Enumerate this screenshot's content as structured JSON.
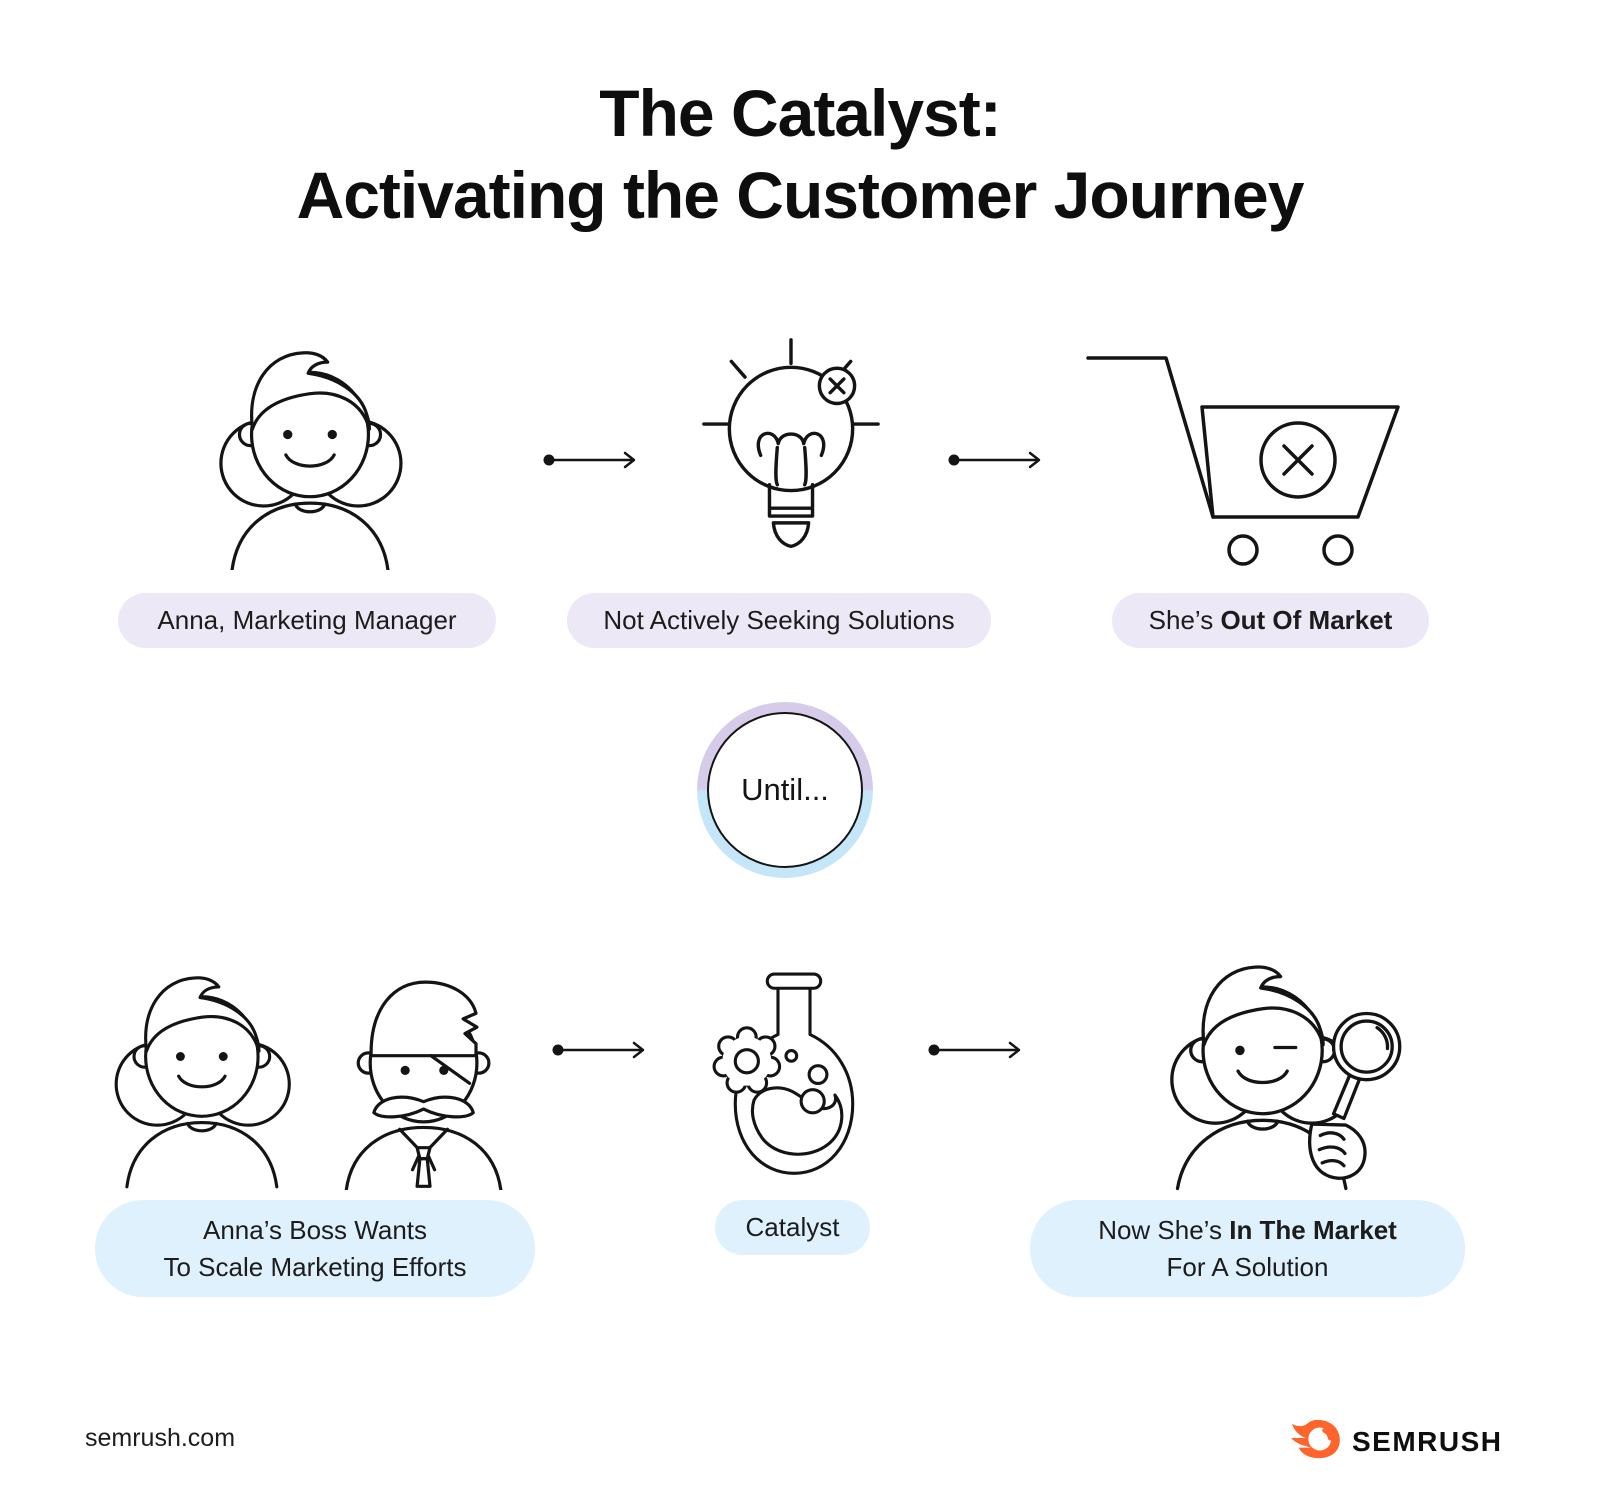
{
  "title": {
    "line1": "The Catalyst:",
    "line2": "Activating the Customer Journey"
  },
  "top_row": {
    "steps": [
      {
        "icon": "anna-portrait-icon",
        "label": "Anna, Marketing Manager"
      },
      {
        "icon": "idea-dismissed-icon",
        "label": "Not Actively Seeking Solutions"
      },
      {
        "icon": "cart-rejected-icon",
        "label_prefix": "She’s ",
        "label_bold": "Out Of Market"
      }
    ]
  },
  "connector": {
    "label": "Until..."
  },
  "bottom_row": {
    "steps": [
      {
        "icon": "anna-and-boss-icon",
        "label_line1": "Anna’s Boss Wants",
        "label_line2": "To Scale Marketing Efforts"
      },
      {
        "icon": "catalyst-flask-icon",
        "label": "Catalyst"
      },
      {
        "icon": "anna-magnifier-icon",
        "label_prefix": "Now She’s ",
        "label_bold": "In The Market",
        "label_line2": "For A Solution"
      }
    ]
  },
  "footer": {
    "site": "semrush.com",
    "brand": "SEMRUSH"
  },
  "icons": {
    "arrow": "arrow-right-icon",
    "logo": "semrush-flame-icon"
  },
  "colors": {
    "lavender_pill": "#EDE8F6",
    "blue_pill": "#DEF1FC",
    "ring_purple": "#D7CBEA",
    "ring_blue": "#C5E6F8",
    "ink": "#141414",
    "semrush_orange": "#FF642D"
  }
}
